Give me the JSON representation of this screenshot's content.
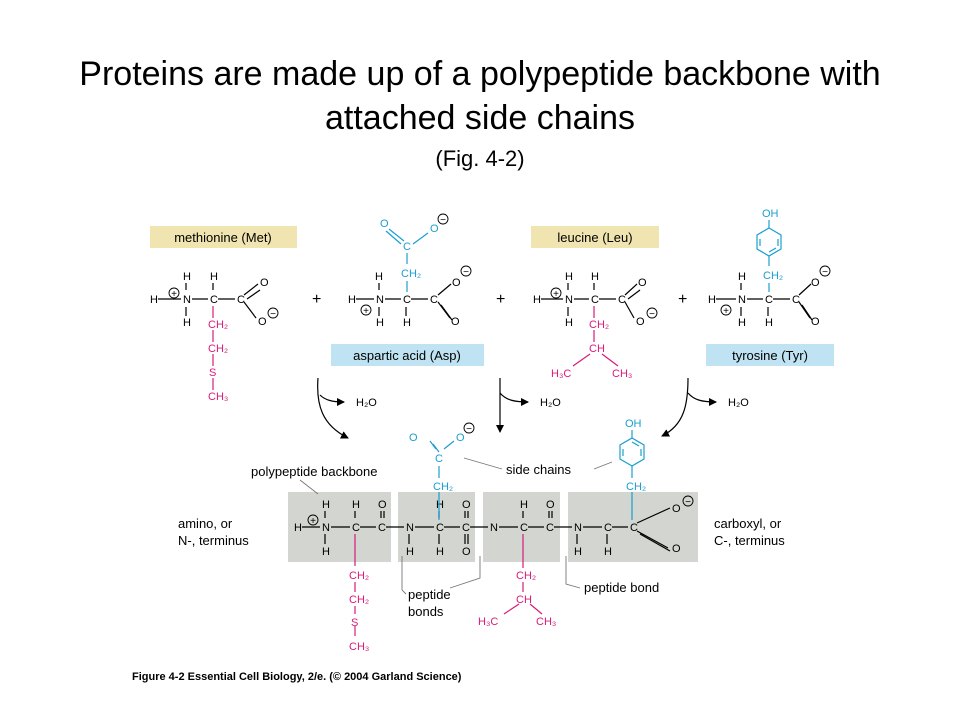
{
  "slide": {
    "title_line1": "Proteins are made up of a polypeptide backbone with",
    "title_line2": "attached side chains",
    "subtitle": "(Fig. 4-2)"
  },
  "labels": {
    "methionine": "methionine (Met)",
    "aspartic": "aspartic acid (Asp)",
    "leucine": "leucine (Leu)",
    "tyrosine": "tyrosine (Tyr)",
    "water": "H₂O",
    "polypeptide_backbone": "polypeptide backbone",
    "side_chains": "side chains",
    "amino_1": "amino, or",
    "amino_2": "N-, terminus",
    "carboxyl_1": "carboxyl, or",
    "carboxyl_2": "C-, terminus",
    "peptide_bonds_1": "peptide",
    "peptide_bonds_2": "bonds",
    "peptide_bond": "peptide bond",
    "plus": "+"
  },
  "chem": {
    "H": "H",
    "N": "N",
    "C": "C",
    "O": "O",
    "S": "S",
    "CH2": "CH₂",
    "CH3": "CH₃",
    "CH": "CH",
    "H3C": "H₃C",
    "OH": "OH",
    "pos": "+",
    "neg": "−"
  },
  "caption": "Figure 4-2  Essential Cell Biology, 2/e. (© 2004 Garland Science)",
  "colors": {
    "label_box": "#f0e4b0",
    "blue_box": "#bfe3f2",
    "backbone_box": "#d3d5d0",
    "magenta": "#d81b7a",
    "cyan": "#1a9fd0"
  }
}
